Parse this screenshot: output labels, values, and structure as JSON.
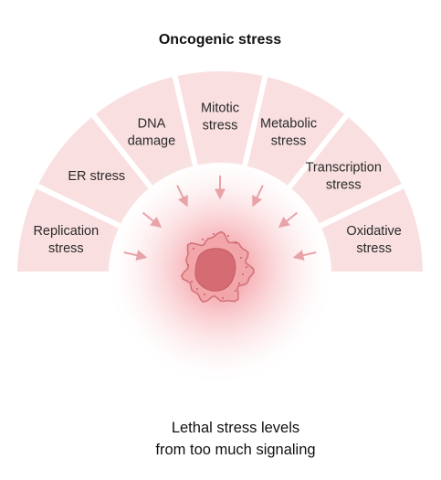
{
  "title": "Oncogenic stress",
  "segments": [
    {
      "lines": [
        "Replication",
        "stress"
      ]
    },
    {
      "lines": [
        "ER stress"
      ]
    },
    {
      "lines": [
        "DNA",
        "damage"
      ]
    },
    {
      "lines": [
        "Mitotic",
        "stress"
      ]
    },
    {
      "lines": [
        "Metabolic",
        "stress"
      ]
    },
    {
      "lines": [
        "Transcription",
        "stress"
      ]
    },
    {
      "lines": [
        "Oxidative",
        "stress"
      ]
    }
  ],
  "caption": [
    "Lethal stress levels",
    "from too much signaling"
  ],
  "colors": {
    "segment_fill": "#f9dfe0",
    "glow_center": "#f07b82",
    "cell_fill": "#f2a6aa",
    "cell_stroke": "#d06f76",
    "nucleus": "#d66c73",
    "arrow": "#e8a3a8"
  },
  "icons": {
    "center": "cell-icon",
    "arrows": "arrow-icon"
  }
}
